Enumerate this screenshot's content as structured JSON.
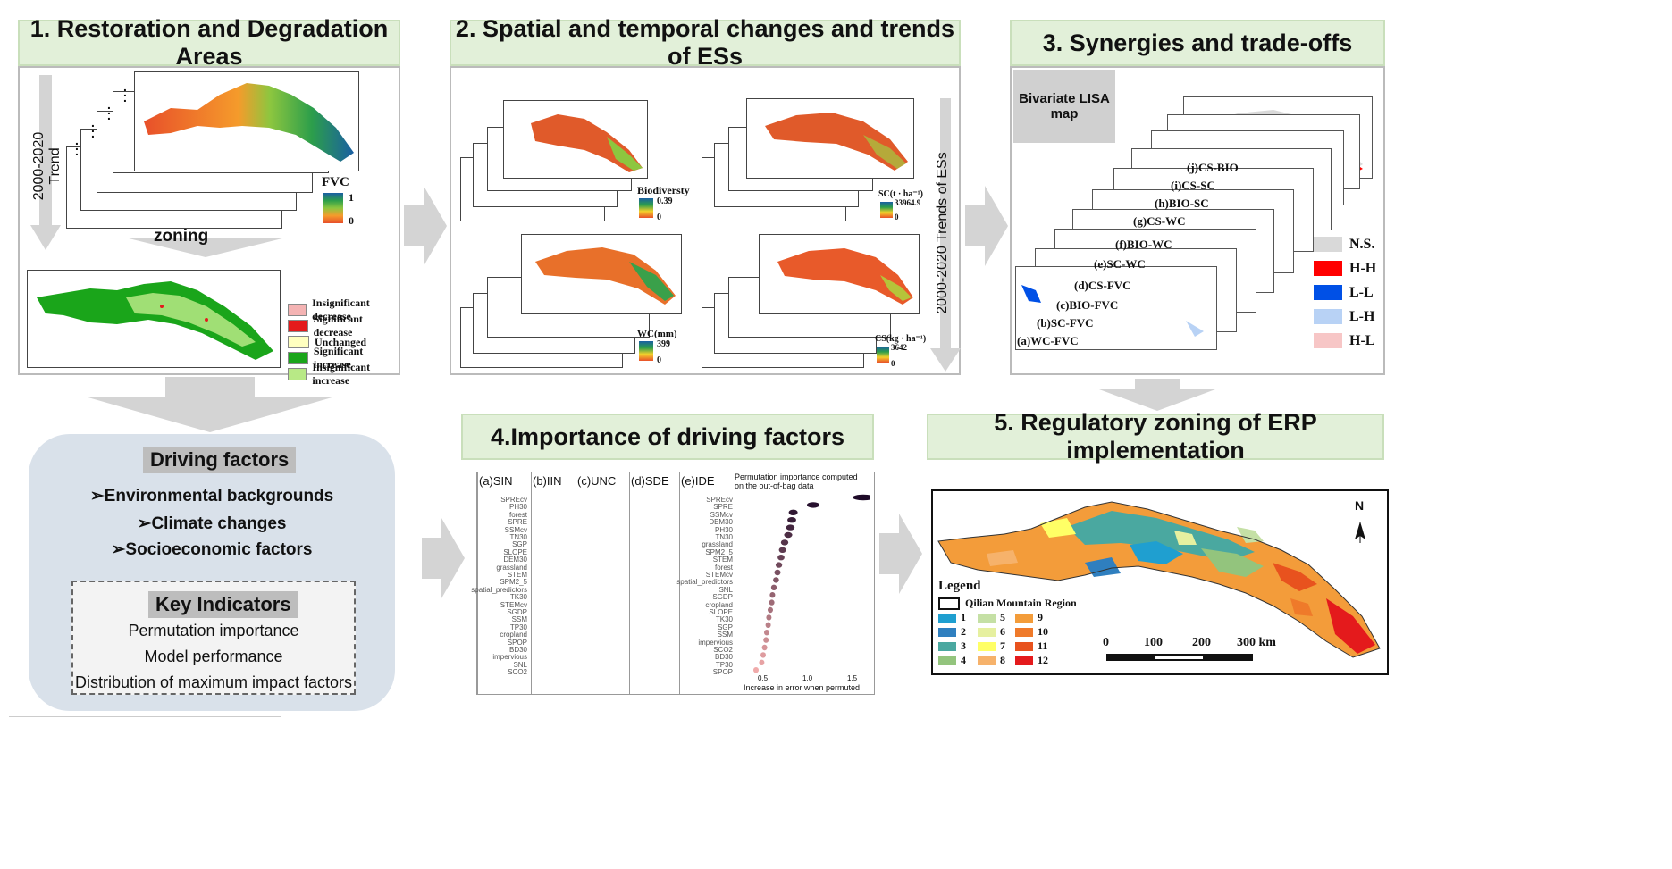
{
  "sections": {
    "s1": "1. Restoration and Degradation Areas",
    "s2": "2. Spatial and temporal changes and trends of ESs",
    "s3": "3. Synergies and trade-offs",
    "s4": "4.Importance of driving factors",
    "s5": "5. Regulatory zoning of ERP implementation"
  },
  "panel1": {
    "trend_label": "2000-2020 Trend",
    "zoning_label": "zoning",
    "fvc_title": "FVC",
    "fvc_max": "1",
    "fvc_min": "0",
    "legend": [
      {
        "label": "Insignificant decrease",
        "color": "#f4b3b3"
      },
      {
        "label": "Significant decrease",
        "color": "#e41a1c"
      },
      {
        "label": "Unchanged",
        "color": "#ffffc0"
      },
      {
        "label": "Significant increase",
        "color": "#1aa51a"
      },
      {
        "label": "Insignificant increase",
        "color": "#b8e986"
      }
    ]
  },
  "panel2": {
    "trend_label": "2000-2020 Trends of ESs",
    "bio": {
      "title": "Biodiversty",
      "max": "0.39",
      "min": "0"
    },
    "sc": {
      "title": "SC(t · ha⁻¹)",
      "max": "33964.9",
      "min": "0"
    },
    "wc": {
      "title": "WC(mm)",
      "max": "399",
      "min": "0"
    },
    "cs": {
      "title": "CS(kg · ha⁻¹)",
      "max": "3642",
      "min": "0"
    }
  },
  "panel3": {
    "lisa_title": "Bivariate LISA map",
    "cards": [
      "(j)CS-BIO",
      "(i)CS-SC",
      "(h)BIO-SC",
      "(g)CS-WC",
      "(f)BIO-WC",
      "(e)SC-WC",
      "(d)CS-FVC",
      "(c)BIO-FVC",
      "(b)SC-FVC",
      "(a)WC-FVC"
    ],
    "legend": [
      {
        "label": "N.S.",
        "color": "#d9d9d9"
      },
      {
        "label": "H-H",
        "color": "#ff0000"
      },
      {
        "label": "L-L",
        "color": "#0050e6"
      },
      {
        "label": "L-H",
        "color": "#b8d2f5"
      },
      {
        "label": "H-L",
        "color": "#f7c6c6"
      }
    ]
  },
  "driving": {
    "title": "Driving factors",
    "items": [
      "➢Environmental backgrounds",
      "➢Climate changes",
      "➢Socioeconomic factors"
    ],
    "key_title": "Key Indicators",
    "key_items": [
      "Permutation importance",
      "Model performance",
      "Distribution of maximum impact factors"
    ]
  },
  "panel4": {
    "panels": [
      "(a)SIN",
      "(b)IIN",
      "(c)UNC",
      "(d)SDE",
      "(e)IDE"
    ],
    "rf_title": "Permutation importance computed on the out-of-bag data",
    "xlabel": "Increase in error when permuted",
    "ticks": [
      "0.5",
      "1.0",
      "1.5"
    ],
    "sin_vars": [
      "SPREcv",
      "PH30",
      "forest",
      "SPRE",
      "SSMcv",
      "TN30",
      "SGP",
      "SLOPE",
      "DEM30",
      "grassland",
      "STEM",
      "SPM2_5",
      "spatial_predictors",
      "TK30",
      "STEMcv",
      "SGDP",
      "SSM",
      "TP30",
      "cropland",
      "SPOP",
      "BD30",
      "impervious",
      "SNL",
      "SCO2"
    ],
    "ide_vars": [
      "SPREcv",
      "SPRE",
      "SSMcv",
      "DEM30",
      "PH30",
      "TN30",
      "grassland",
      "SPM2_5",
      "STEM",
      "forest",
      "STEMcv",
      "spatial_predictors",
      "SNL",
      "SGDP",
      "cropland",
      "SLOPE",
      "TK30",
      "SGP",
      "SSM",
      "impervious",
      "SCO2",
      "BD30",
      "TP30",
      "SPOP"
    ],
    "ide_values": [
      1.7,
      1.0,
      0.72,
      0.7,
      0.68,
      0.65,
      0.6,
      0.57,
      0.55,
      0.52,
      0.5,
      0.48,
      0.45,
      0.43,
      0.42,
      0.4,
      0.38,
      0.37,
      0.35,
      0.34,
      0.32,
      0.3,
      0.28,
      0.2
    ]
  },
  "panel5": {
    "north": "N",
    "legend_title": "Legend",
    "region_label": "Qilian Mountain Region",
    "zones": [
      {
        "label": "1",
        "color": "#1f9fd0"
      },
      {
        "label": "2",
        "color": "#2f7fbf"
      },
      {
        "label": "3",
        "color": "#4aa8a0"
      },
      {
        "label": "4",
        "color": "#93c47d"
      },
      {
        "label": "5",
        "color": "#c5e0a5"
      },
      {
        "label": "6",
        "color": "#e6f0a0"
      },
      {
        "label": "7",
        "color": "#ffff66"
      },
      {
        "label": "8",
        "color": "#f6b26b"
      },
      {
        "label": "9",
        "color": "#f39c3a"
      },
      {
        "label": "10",
        "color": "#ef7a2a"
      },
      {
        "label": "11",
        "color": "#e8521e"
      },
      {
        "label": "12",
        "color": "#e41a1c"
      }
    ],
    "scale": [
      "0",
      "100",
      "200",
      "300 km"
    ]
  }
}
